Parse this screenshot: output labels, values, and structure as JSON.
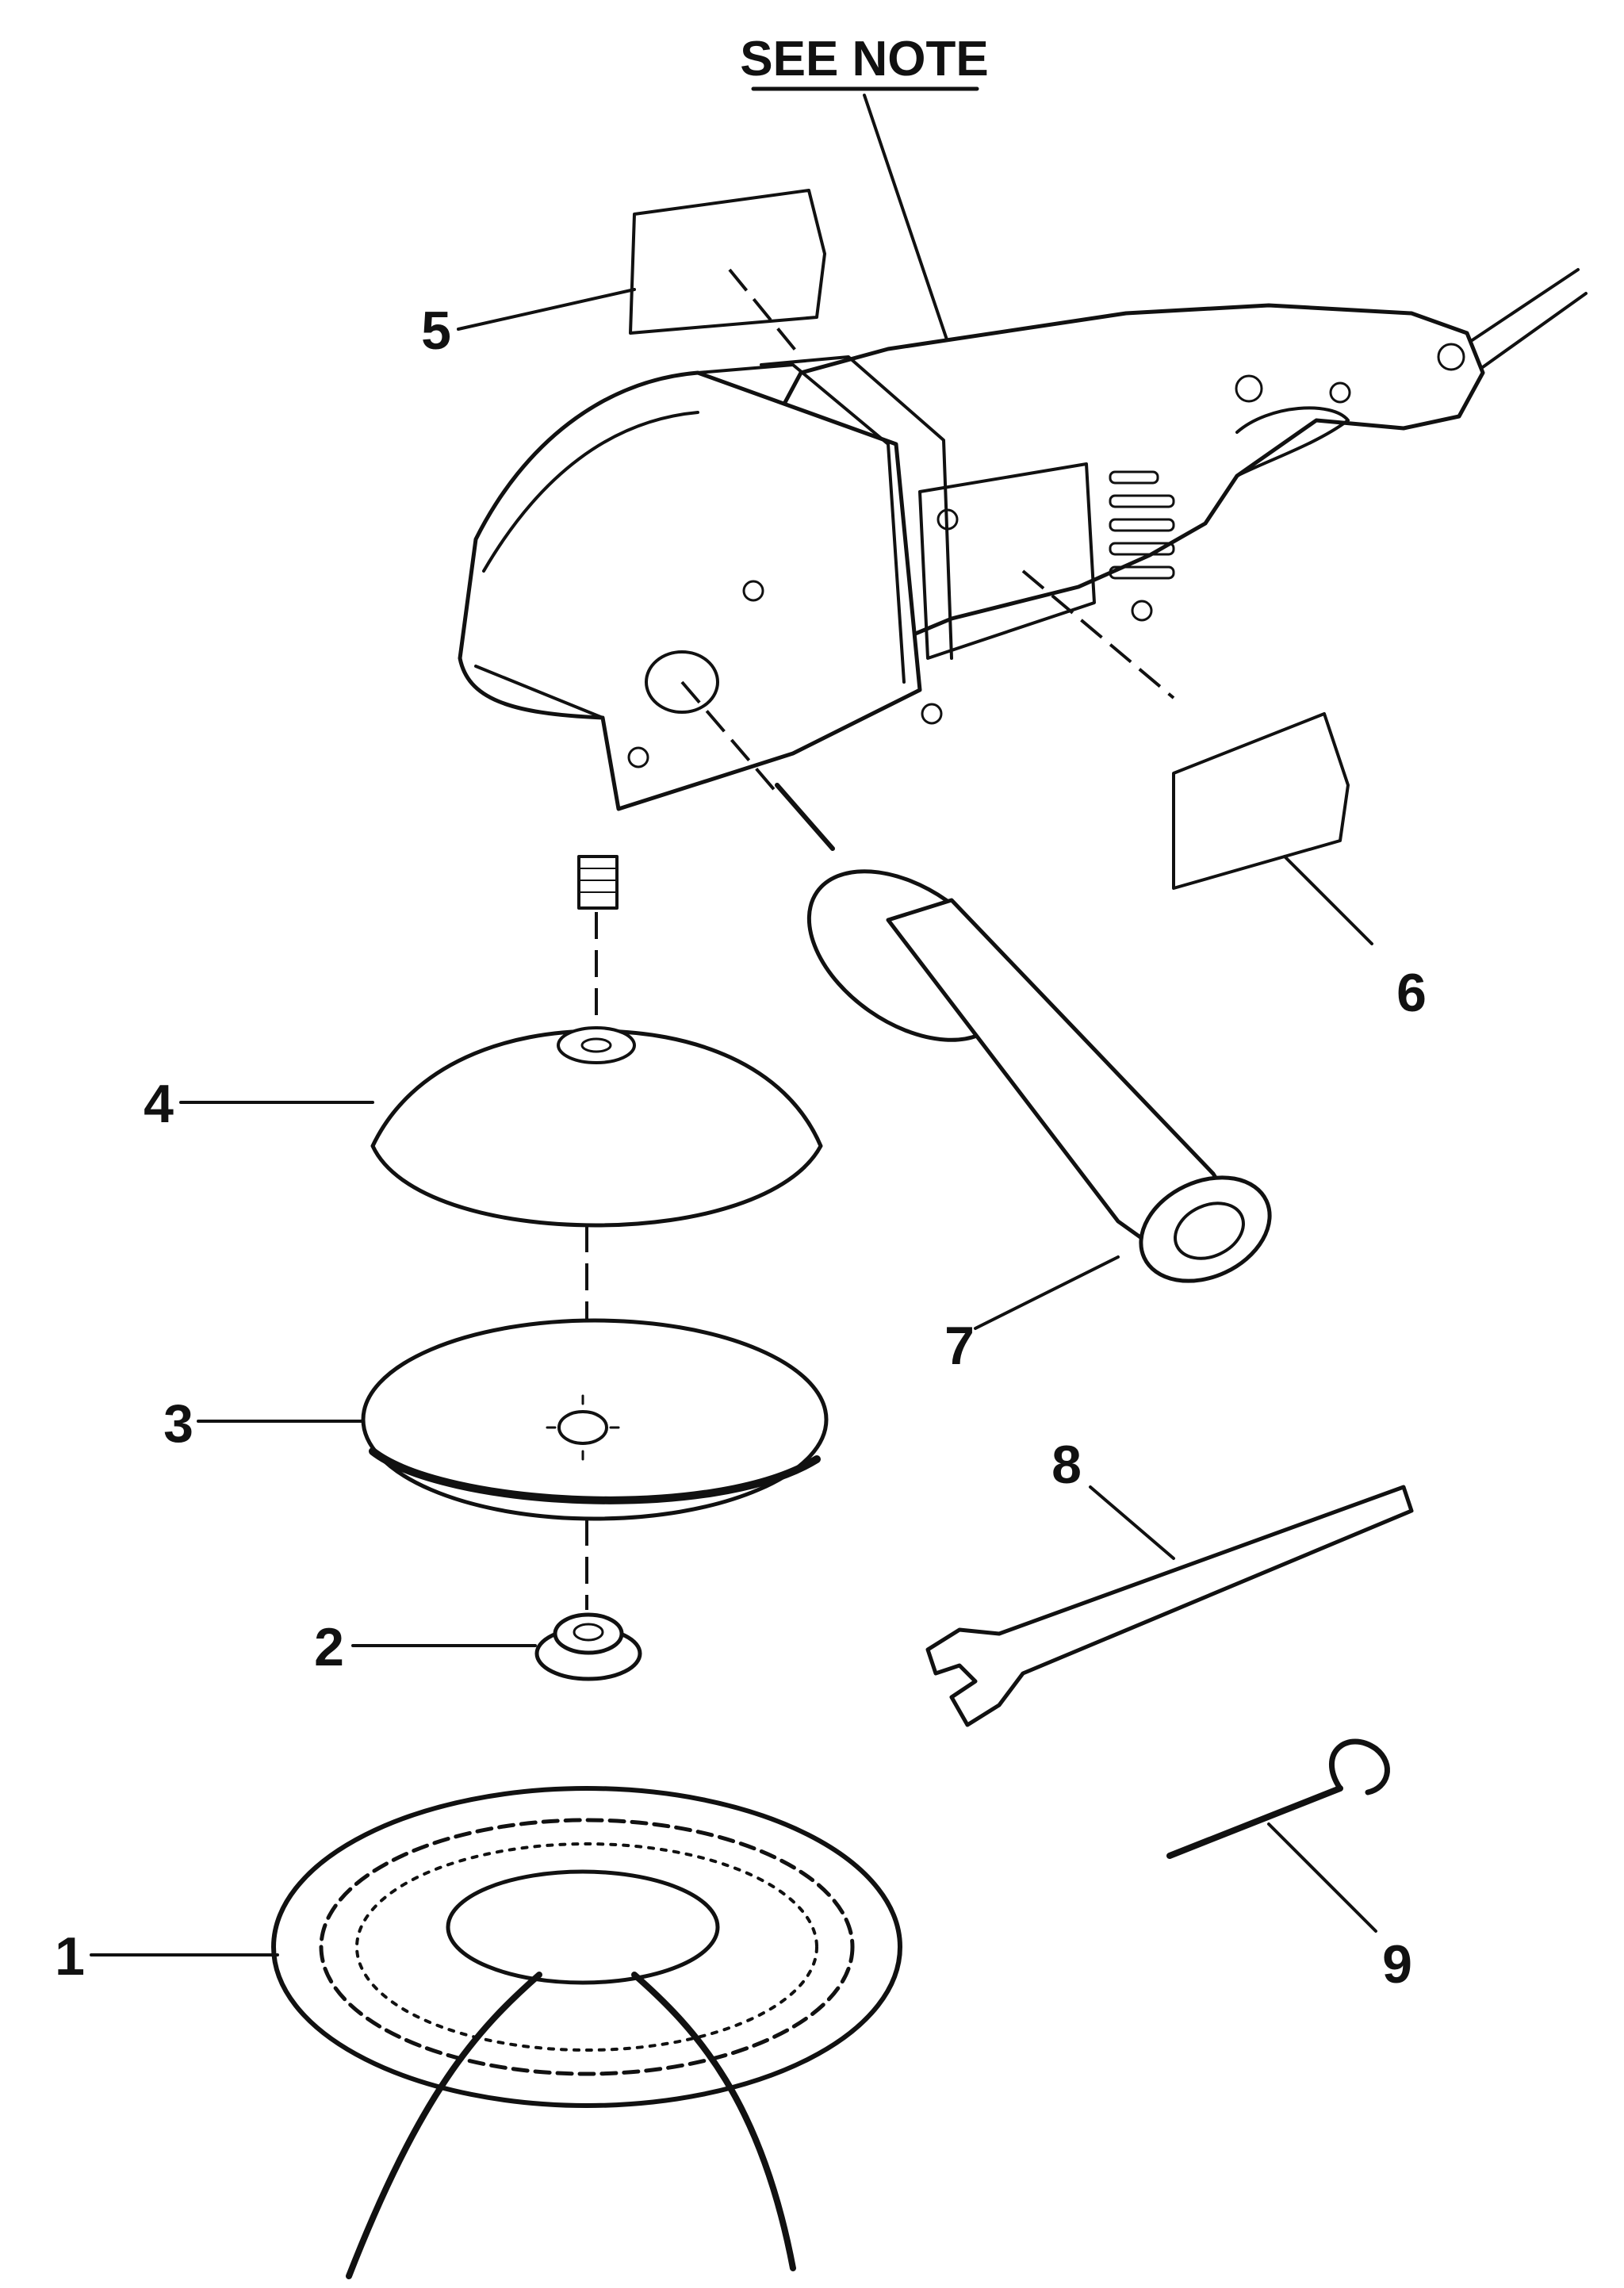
{
  "note_label": "SEE NOTE",
  "callouts": [
    {
      "id": "1",
      "text": "1",
      "part": "polishing-bonnet"
    },
    {
      "id": "2",
      "text": "2",
      "part": "spindle-nut"
    },
    {
      "id": "3",
      "text": "3",
      "part": "sanding-disc"
    },
    {
      "id": "4",
      "text": "4",
      "part": "backing-pad"
    },
    {
      "id": "5",
      "text": "5",
      "part": "label-top"
    },
    {
      "id": "6",
      "text": "6",
      "part": "label-side"
    },
    {
      "id": "7",
      "text": "7",
      "part": "side-handle"
    },
    {
      "id": "8",
      "text": "8",
      "part": "spanner-wrench"
    },
    {
      "id": "9",
      "text": "9",
      "part": "pin-wrench"
    }
  ]
}
